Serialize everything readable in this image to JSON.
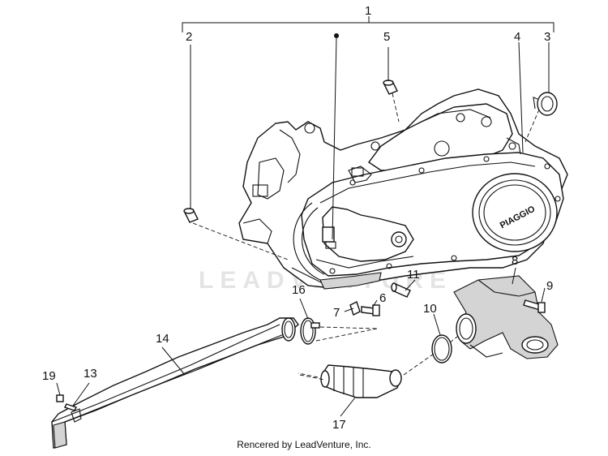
{
  "callouts": {
    "c1": "1",
    "c2": "2",
    "c3": "3",
    "c4": "4",
    "c5": "5",
    "c6": "6",
    "c7": "7",
    "c8": "8",
    "c9": "9",
    "c10": "10",
    "c11": "11",
    "c13": "13",
    "c14": "14",
    "c16": "16",
    "c17": "17",
    "c19": "19"
  },
  "watermark": "LEADVENTURE",
  "logo_text": "PIAGGIO",
  "footer": "Rencered by LeadVenture, Inc."
}
